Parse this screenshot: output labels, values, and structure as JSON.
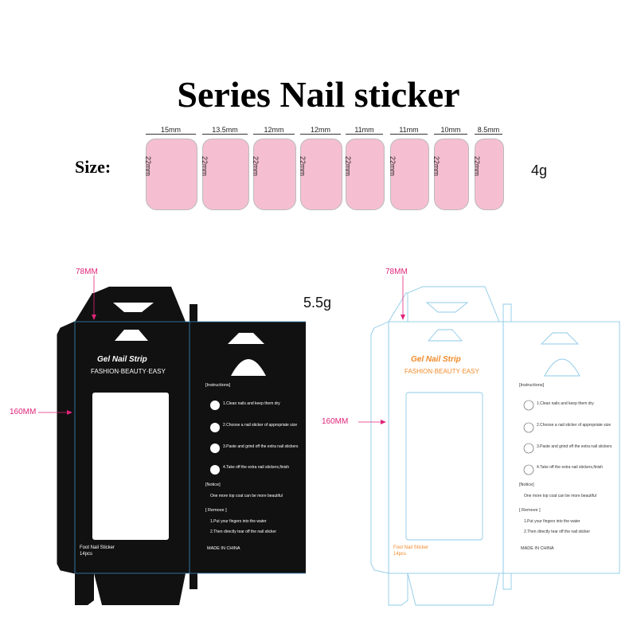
{
  "title": "Series Nail sticker",
  "size_label": "Size:",
  "weight_nails": "4g",
  "weight_package": "5.5g",
  "nail_height": "22mm",
  "nail_widths": [
    "15mm",
    "13.5mm",
    "12mm",
    "12mm",
    "11mm",
    "11mm",
    "10mm",
    "8.5mm"
  ],
  "colors": {
    "nail": "#f5bfd1",
    "dimension": "#e0257a",
    "black_box": "#111111",
    "outline": "#8ecbe8",
    "brand_orange": "#f08a2a"
  },
  "package": {
    "width_label": "78MM",
    "height_label": "160MM",
    "brand": "Gel Nail Strip",
    "tagline": "FASHION·BEAUTY·EASY",
    "product": "Foot Nail Sticker",
    "count": "14pcs",
    "instructions_header": "[Instructions]",
    "steps": [
      "1.Clean nails and keep them dry",
      "2.Choose a nail sticker of appropriate size",
      "3.Paste and grind off the extra nail stickers",
      "4.Take off the extra nail stickers,finish"
    ],
    "notice_header": "[Notice]",
    "notice_text": "One more top coat can be more beautiful",
    "remove_header": "[ Remove ]",
    "remove_steps": [
      "1.Put your fingers into the water",
      "2.Then directly tear off the nail sticker"
    ],
    "made_in": "MADE IN CHINA"
  }
}
